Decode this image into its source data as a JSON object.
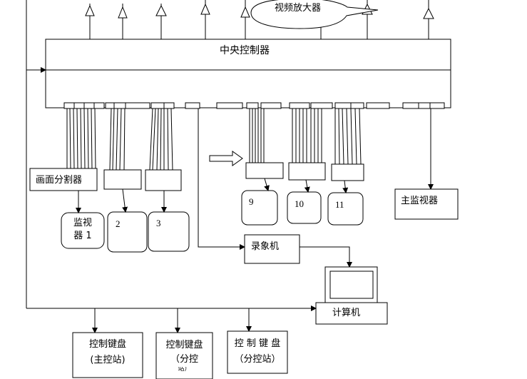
{
  "video_amplifier": {
    "label": "视频放大器"
  },
  "central_controller": {
    "label": "中央控制器"
  },
  "screen_splitter": {
    "label": "画面分割器"
  },
  "monitors": [
    {
      "line1": "监视",
      "line2": "器 1"
    },
    {
      "line1": "2"
    },
    {
      "line1": "3"
    },
    {
      "line1": "9"
    },
    {
      "line1": "10"
    },
    {
      "line1": "11"
    }
  ],
  "main_monitor": {
    "label": "主监视器"
  },
  "recorder": {
    "label": "录象机"
  },
  "computer": {
    "label": "计算机"
  },
  "keyboards": [
    {
      "line1": "控制键盘",
      "line2": "(主控站)"
    },
    {
      "line1": "控制键盘",
      "line2": "（分控",
      "line3": "站）"
    },
    {
      "line1": "控 制 键 盘",
      "line2": "（分控站）"
    }
  ]
}
